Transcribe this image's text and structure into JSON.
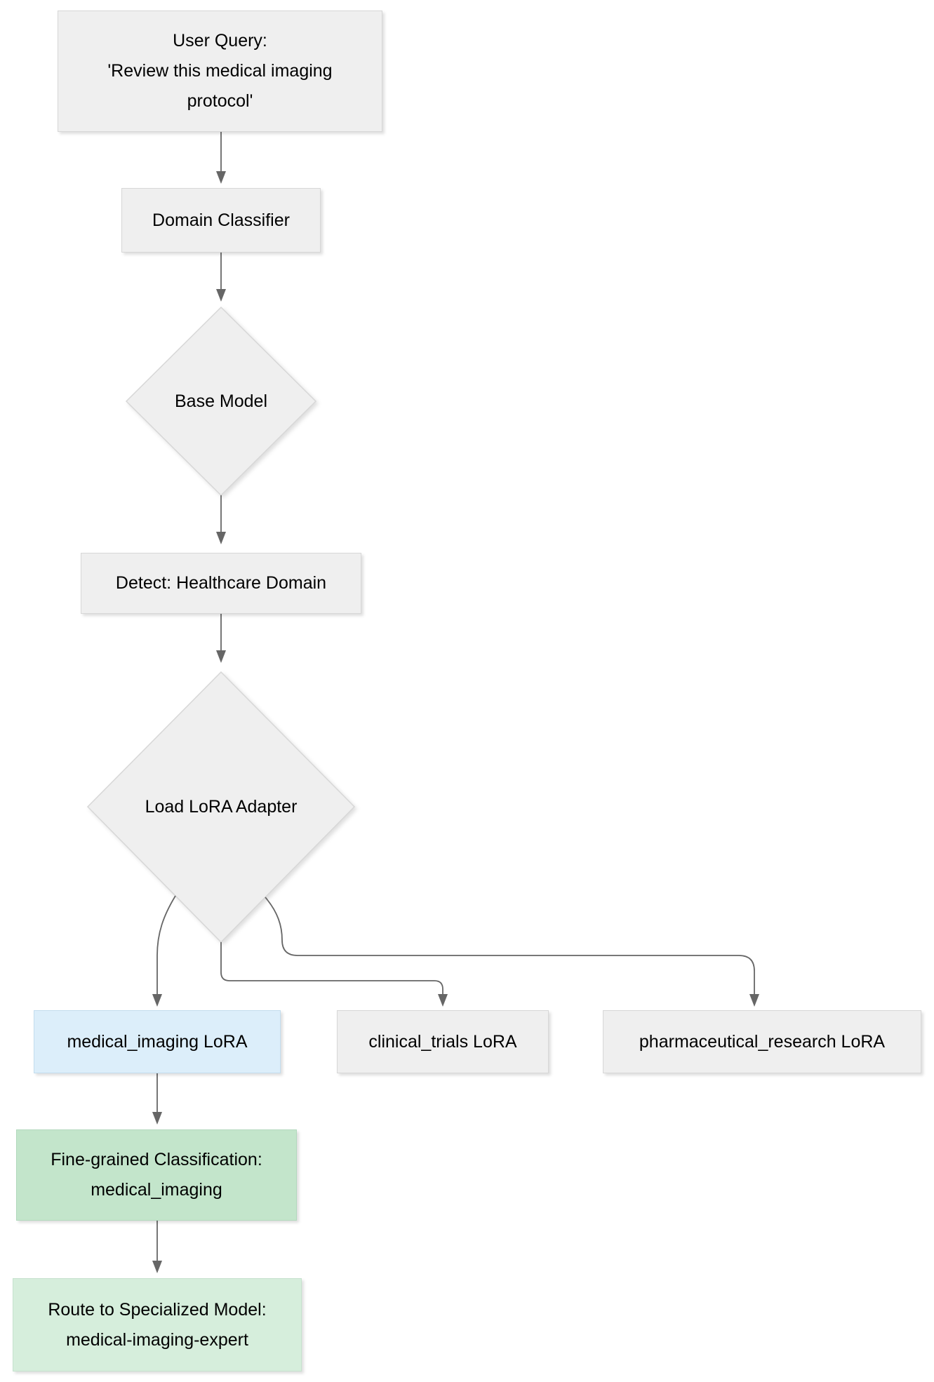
{
  "diagram": {
    "type": "flowchart",
    "direction": "top-down",
    "nodes": {
      "user_query": {
        "shape": "rectangle",
        "lines": [
          "User Query:",
          "'Review this medical imaging",
          "protocol'"
        ],
        "fill": "#efefef"
      },
      "domain_classifier": {
        "shape": "rectangle",
        "label": "Domain Classifier",
        "fill": "#efefef"
      },
      "base_model": {
        "shape": "diamond",
        "label": "Base Model",
        "fill": "#efefef"
      },
      "detect_healthcare": {
        "shape": "rectangle",
        "label": "Detect: Healthcare Domain",
        "fill": "#efefef"
      },
      "load_lora": {
        "shape": "diamond",
        "label": "Load LoRA Adapter",
        "fill": "#efefef"
      },
      "medical_imaging_lora": {
        "shape": "rectangle",
        "label": "medical_imaging LoRA",
        "fill": "#dceefa"
      },
      "clinical_trials_lora": {
        "shape": "rectangle",
        "label": "clinical_trials LoRA",
        "fill": "#efefef"
      },
      "pharmaceutical_research_lora": {
        "shape": "rectangle",
        "label": "pharmaceutical_research LoRA",
        "fill": "#efefef"
      },
      "fine_grained_classification": {
        "shape": "rectangle",
        "lines": [
          "Fine-grained Classification:",
          "medical_imaging"
        ],
        "fill": "#c3e5cb"
      },
      "route_specialized_model": {
        "shape": "rectangle",
        "lines": [
          "Route to Specialized Model:",
          "medical-imaging-expert"
        ],
        "fill": "#d6eedc"
      }
    },
    "edges": [
      {
        "from": "user_query",
        "to": "domain_classifier"
      },
      {
        "from": "domain_classifier",
        "to": "base_model"
      },
      {
        "from": "base_model",
        "to": "detect_healthcare"
      },
      {
        "from": "detect_healthcare",
        "to": "load_lora"
      },
      {
        "from": "load_lora",
        "to": "medical_imaging_lora"
      },
      {
        "from": "load_lora",
        "to": "clinical_trials_lora"
      },
      {
        "from": "load_lora",
        "to": "pharmaceutical_research_lora"
      },
      {
        "from": "medical_imaging_lora",
        "to": "fine_grained_classification"
      },
      {
        "from": "fine_grained_classification",
        "to": "route_specialized_model"
      }
    ],
    "colors": {
      "background": "#ffffff",
      "node_gray": "#efefef",
      "node_blue": "#dceefa",
      "node_green_dark": "#c3e5cb",
      "node_green_light": "#d6eedc",
      "edge": "#666666",
      "text": "#000000",
      "border_gray": "#d7d7d7"
    }
  }
}
